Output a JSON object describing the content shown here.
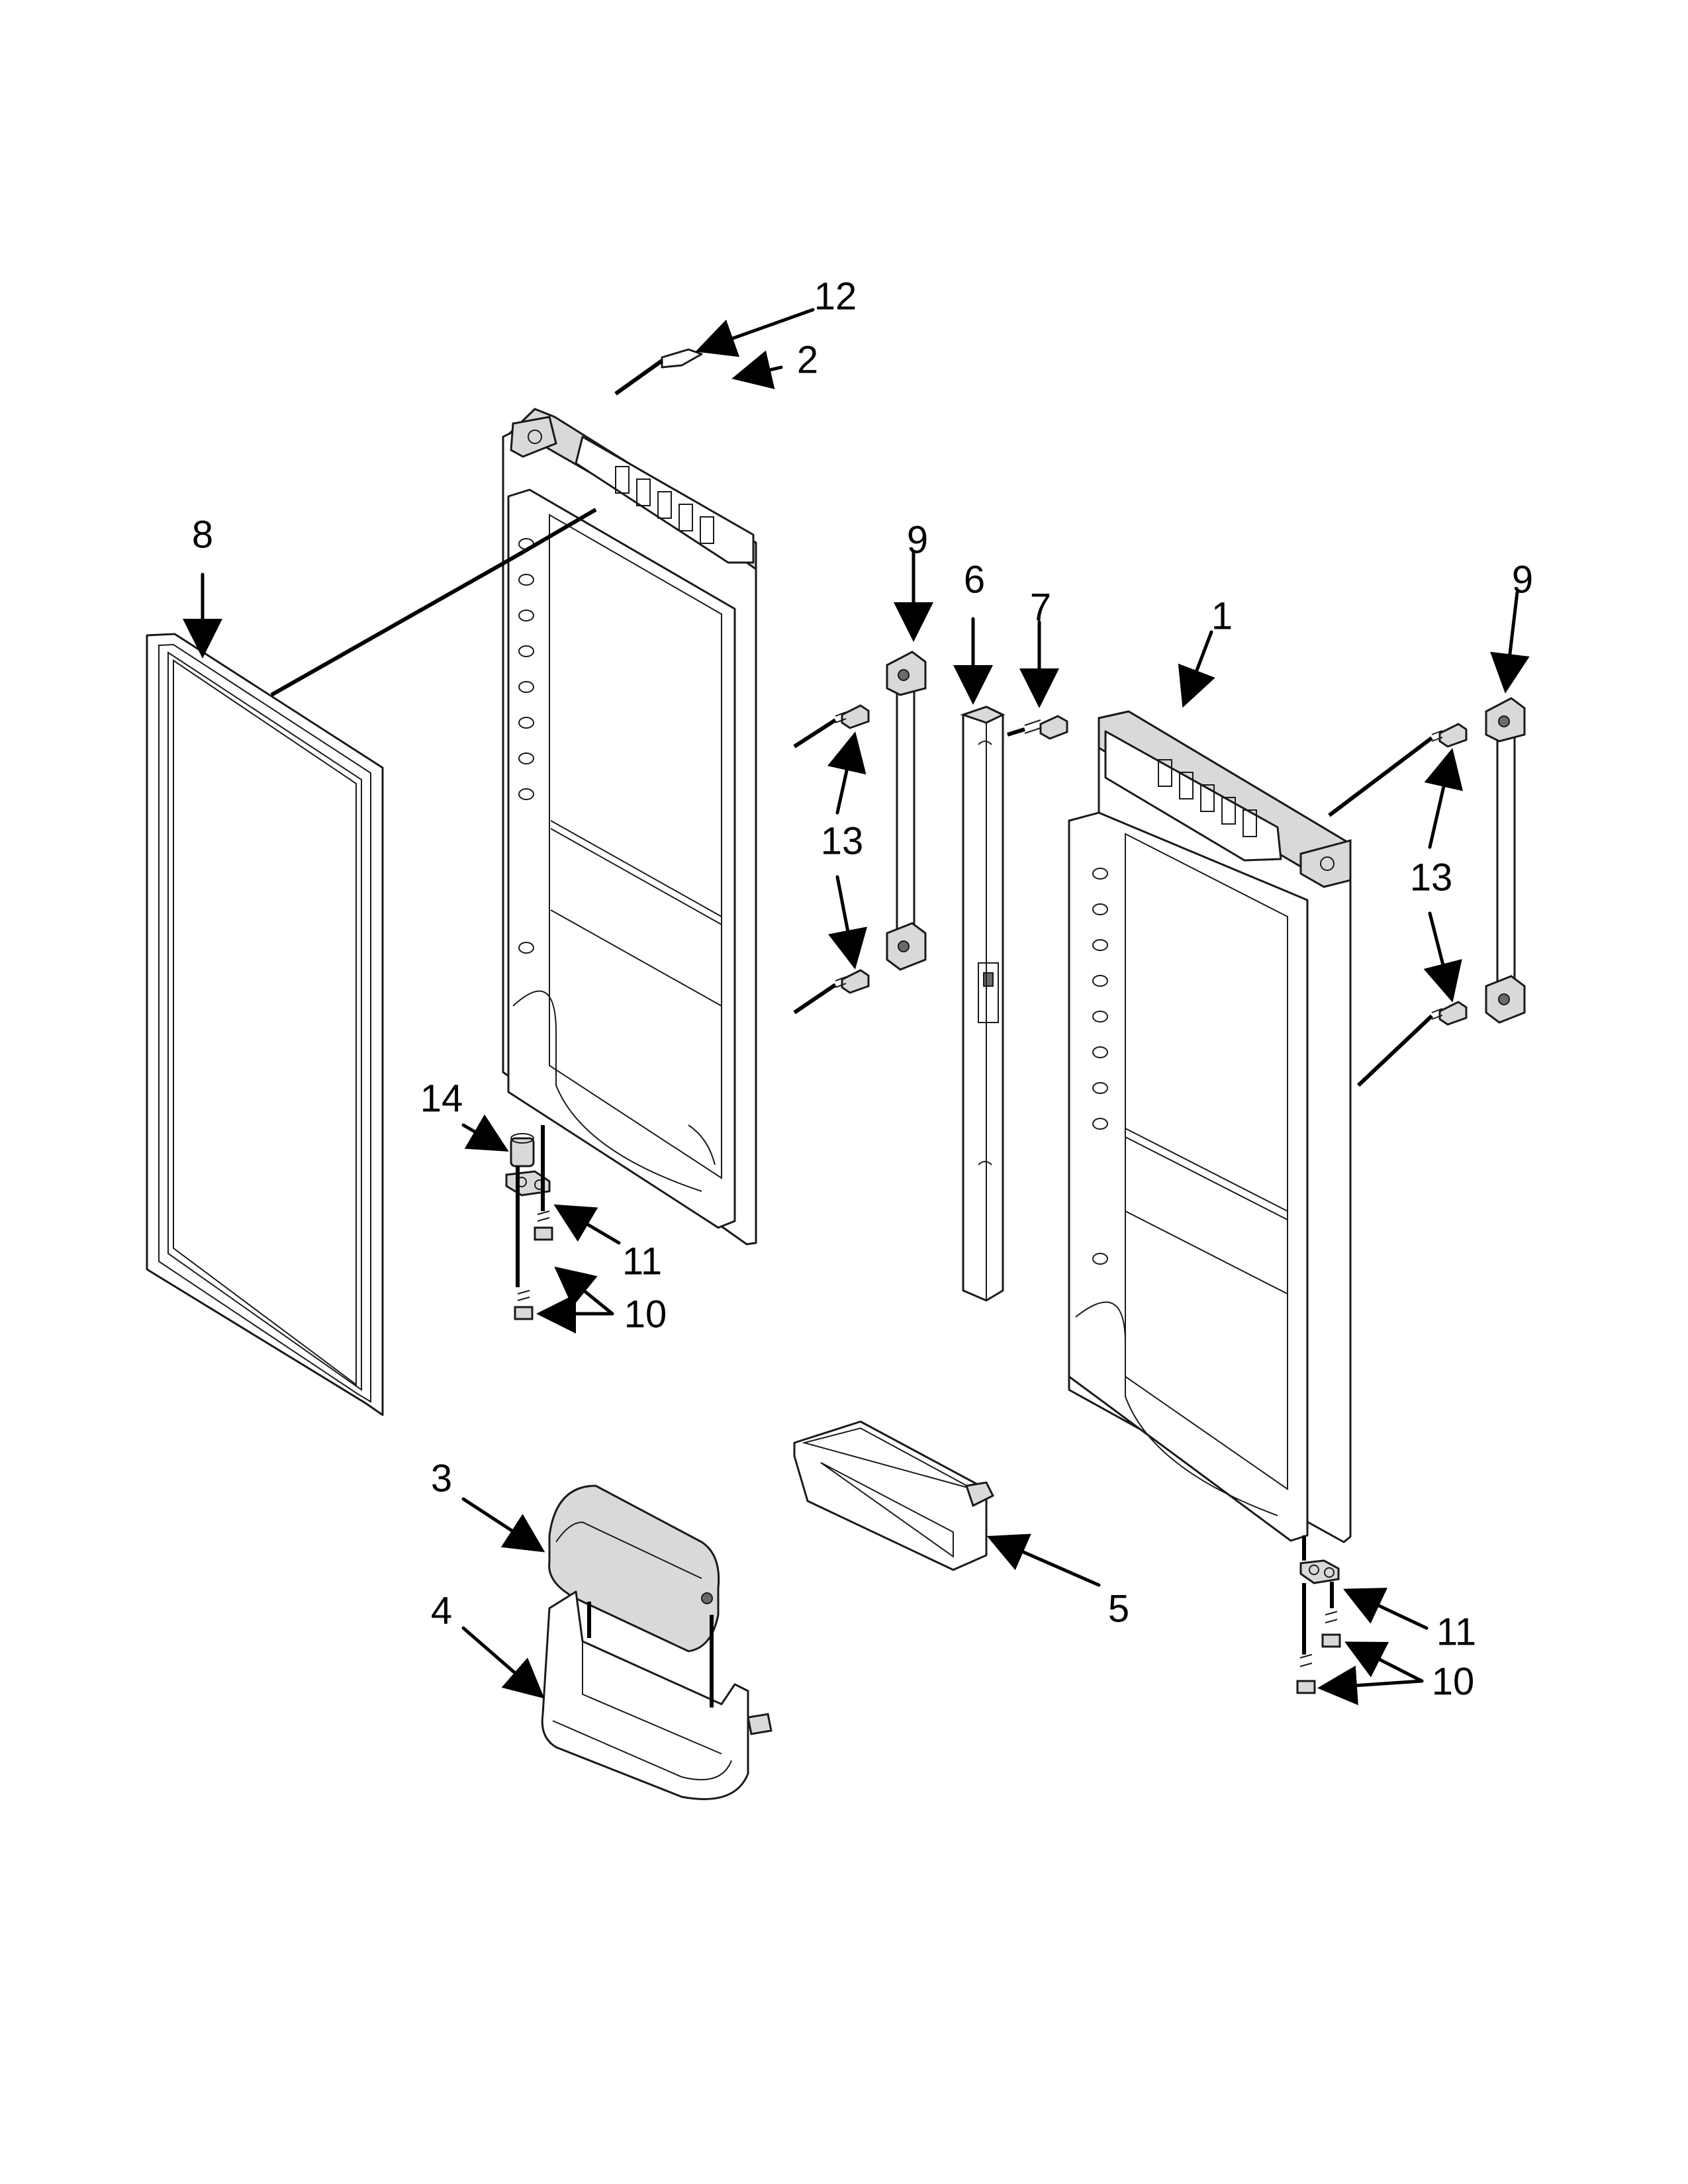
{
  "diagram": {
    "callouts": [
      {
        "id": "callout-1",
        "label": "1"
      },
      {
        "id": "callout-2",
        "label": "2"
      },
      {
        "id": "callout-3",
        "label": "3"
      },
      {
        "id": "callout-4",
        "label": "4"
      },
      {
        "id": "callout-5",
        "label": "5"
      },
      {
        "id": "callout-6",
        "label": "6"
      },
      {
        "id": "callout-7",
        "label": "7"
      },
      {
        "id": "callout-8",
        "label": "8"
      },
      {
        "id": "callout-9a",
        "label": "9"
      },
      {
        "id": "callout-9b",
        "label": "9"
      },
      {
        "id": "callout-10a",
        "label": "10"
      },
      {
        "id": "callout-10b",
        "label": "10"
      },
      {
        "id": "callout-11a",
        "label": "11"
      },
      {
        "id": "callout-11b",
        "label": "11"
      },
      {
        "id": "callout-12",
        "label": "12"
      },
      {
        "id": "callout-13a",
        "label": "13"
      },
      {
        "id": "callout-13b",
        "label": "13"
      },
      {
        "id": "callout-14",
        "label": "14"
      }
    ],
    "colors": {
      "line": "#1a1a1a",
      "background": "#ffffff",
      "shade": "#d9d9d9"
    }
  }
}
